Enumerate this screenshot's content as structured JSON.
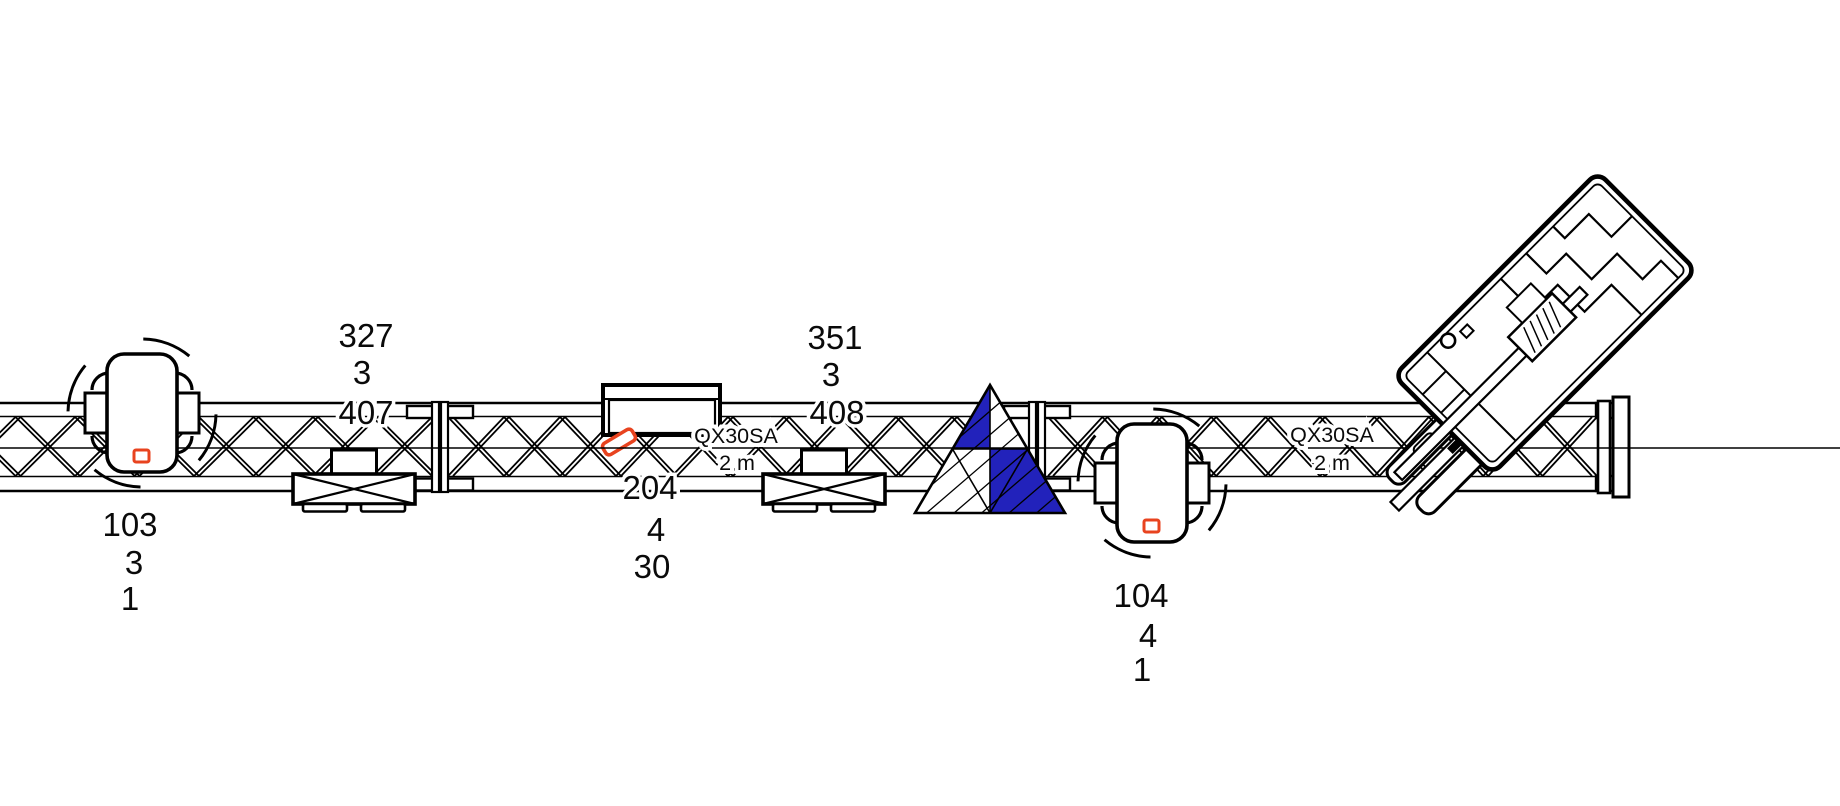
{
  "truss": {
    "sections": [
      {
        "type_label": "QX30SA",
        "length_label": "2 m"
      },
      {
        "type_label": "QX30SA",
        "length_label": "2 m"
      }
    ]
  },
  "fixtures": {
    "moving_head_left": {
      "lines": [
        "103",
        "3",
        "1"
      ]
    },
    "hoist_left": {
      "lines": [
        "327",
        "3",
        "407"
      ]
    },
    "blinder_center": {
      "lines": [
        "204",
        "4",
        "30"
      ]
    },
    "hoist_right": {
      "lines": [
        "351",
        "3",
        "408"
      ]
    },
    "moving_head_right": {
      "lines": [
        "104",
        "4",
        "1"
      ]
    }
  },
  "colors": {
    "accent_red": "#e8431f",
    "symbol_blue": "#2222bb",
    "line_black": "#000000",
    "background": "#ffffff"
  }
}
